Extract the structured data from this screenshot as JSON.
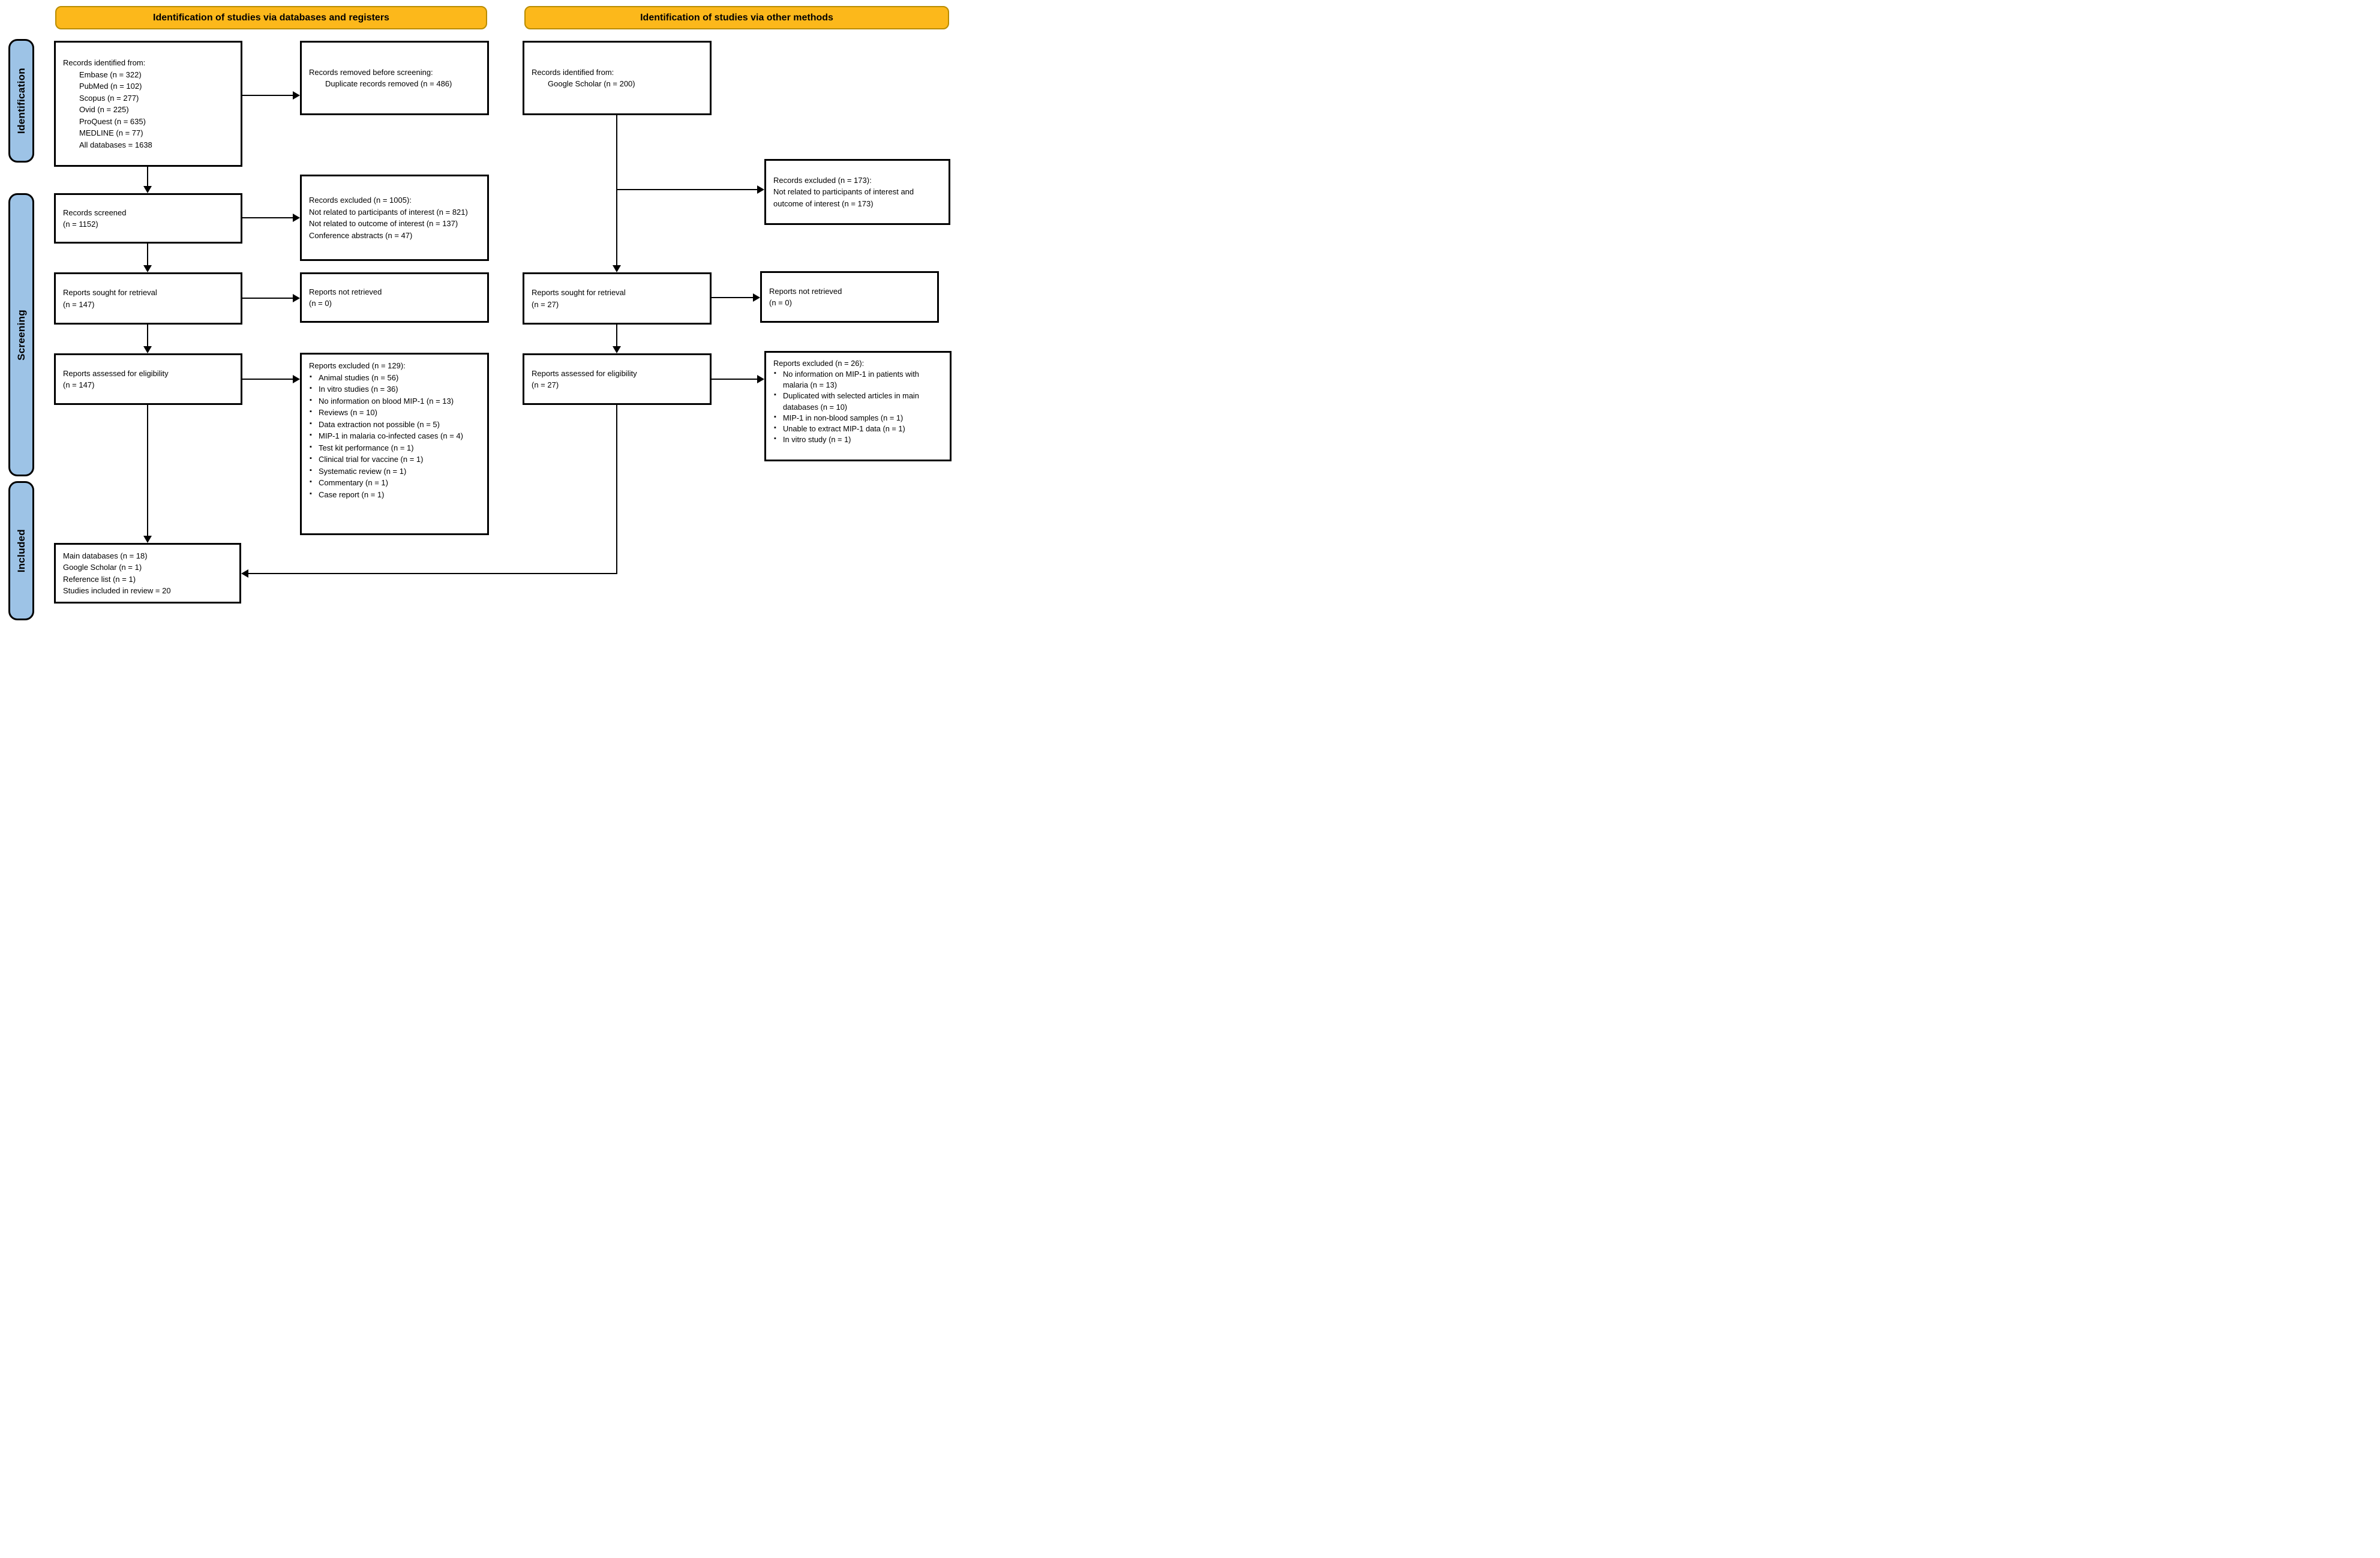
{
  "colors": {
    "header_bg": "#FCB81B",
    "header_border": "#B98C00",
    "stage_bg": "#9DC3E6",
    "box_border": "#000000",
    "background": "#FFFFFF"
  },
  "headers": {
    "databases": "Identification of studies via databases and registers",
    "other_methods": "Identification of studies via other methods"
  },
  "stages": [
    {
      "label": "Identification"
    },
    {
      "label": "Screening"
    },
    {
      "label": "Included"
    }
  ],
  "boxes": {
    "db_identified": {
      "lines": [
        {
          "text": "Records identified from:"
        },
        {
          "text": "Embase (n = 322)",
          "indent": true
        },
        {
          "text": "PubMed (n = 102)",
          "indent": true
        },
        {
          "text": "Scopus (n = 277)",
          "indent": true
        },
        {
          "text": "Ovid (n = 225)",
          "indent": true
        },
        {
          "text": "ProQuest (n = 635)",
          "indent": true
        },
        {
          "text": "MEDLINE (n = 77)",
          "indent": true
        },
        {
          "text": "All databases = 1638",
          "indent": true
        }
      ]
    },
    "removed_before_screening": {
      "lines": [
        {
          "text": "Records removed before screening:"
        },
        {
          "text": "Duplicate records removed (n = 486)",
          "indent": true
        }
      ]
    },
    "records_screened": {
      "lines": [
        {
          "text": "Records screened"
        },
        {
          "text": "(n = 1152)"
        }
      ]
    },
    "records_excluded": {
      "lines": [
        {
          "text": "Records excluded (n = 1005):"
        },
        {
          "text": "Not related to participants of interest (n = 821)"
        },
        {
          "text": "Not related to outcome of interest (n = 137)"
        },
        {
          "text": "Conference abstracts (n = 47)"
        }
      ]
    },
    "reports_sought": {
      "lines": [
        {
          "text": "Reports sought for retrieval"
        },
        {
          "text": "(n = 147)"
        }
      ]
    },
    "reports_not_retrieved": {
      "lines": [
        {
          "text": "Reports not retrieved"
        },
        {
          "text": "(n = 0)"
        }
      ]
    },
    "reports_assessed": {
      "lines": [
        {
          "text": "Reports assessed for eligibility"
        },
        {
          "text": "(n = 147)"
        }
      ]
    },
    "reports_excluded": {
      "lines": [
        {
          "text": "Reports excluded (n = 129):"
        },
        {
          "text": "Animal studies (n = 56)",
          "bullet": true
        },
        {
          "text": "In vitro studies (n = 36)",
          "bullet": true
        },
        {
          "text": "No information on blood MIP-1 (n = 13)",
          "bullet": true
        },
        {
          "text": "Reviews (n = 10)",
          "bullet": true
        },
        {
          "text": "Data extraction not possible (n = 5)",
          "bullet": true
        },
        {
          "text": "MIP-1 in malaria co-infected cases (n = 4)",
          "bullet": true
        },
        {
          "text": "Test kit performance (n = 1)",
          "bullet": true
        },
        {
          "text": "Clinical trial for vaccine (n = 1)",
          "bullet": true
        },
        {
          "text": "Systematic review (n = 1)",
          "bullet": true
        },
        {
          "text": "Commentary (n = 1)",
          "bullet": true
        },
        {
          "text": "Case report (n = 1)",
          "bullet": true
        }
      ]
    },
    "included_studies": {
      "lines": [
        {
          "text": "Main databases (n = 18)"
        },
        {
          "text": "Google Scholar (n = 1)"
        },
        {
          "text": "Reference list (n = 1)"
        },
        {
          "text": "Studies included in review = 20"
        }
      ]
    },
    "other_identified": {
      "lines": [
        {
          "text": "Records identified from:"
        },
        {
          "text": "Google Scholar (n = 200)",
          "indent": true
        }
      ]
    },
    "other_records_excluded": {
      "lines": [
        {
          "text": "Records excluded (n = 173):"
        },
        {
          "text": "Not related to participants of interest and outcome of interest (n = 173)"
        }
      ]
    },
    "other_reports_sought": {
      "lines": [
        {
          "text": "Reports sought for retrieval"
        },
        {
          "text": "(n = 27)"
        }
      ]
    },
    "other_reports_not_retrieved": {
      "lines": [
        {
          "text": "Reports not retrieved"
        },
        {
          "text": "(n = 0)"
        }
      ]
    },
    "other_reports_assessed": {
      "lines": [
        {
          "text": "Reports assessed for eligibility"
        },
        {
          "text": "(n = 27)"
        }
      ]
    },
    "other_reports_excluded": {
      "lines": [
        {
          "text": "Reports excluded (n = 26):"
        },
        {
          "text": "No information on MIP-1 in patients with malaria (n = 13)",
          "bullet": true
        },
        {
          "text": "Duplicated with selected articles in main databases (n = 10)",
          "bullet": true
        },
        {
          "text": "MIP-1 in non-blood samples (n = 1)",
          "bullet": true
        },
        {
          "text": "Unable to extract MIP-1 data (n = 1)",
          "bullet": true
        },
        {
          "text": "In vitro study (n = 1)",
          "bullet": true
        }
      ]
    }
  }
}
